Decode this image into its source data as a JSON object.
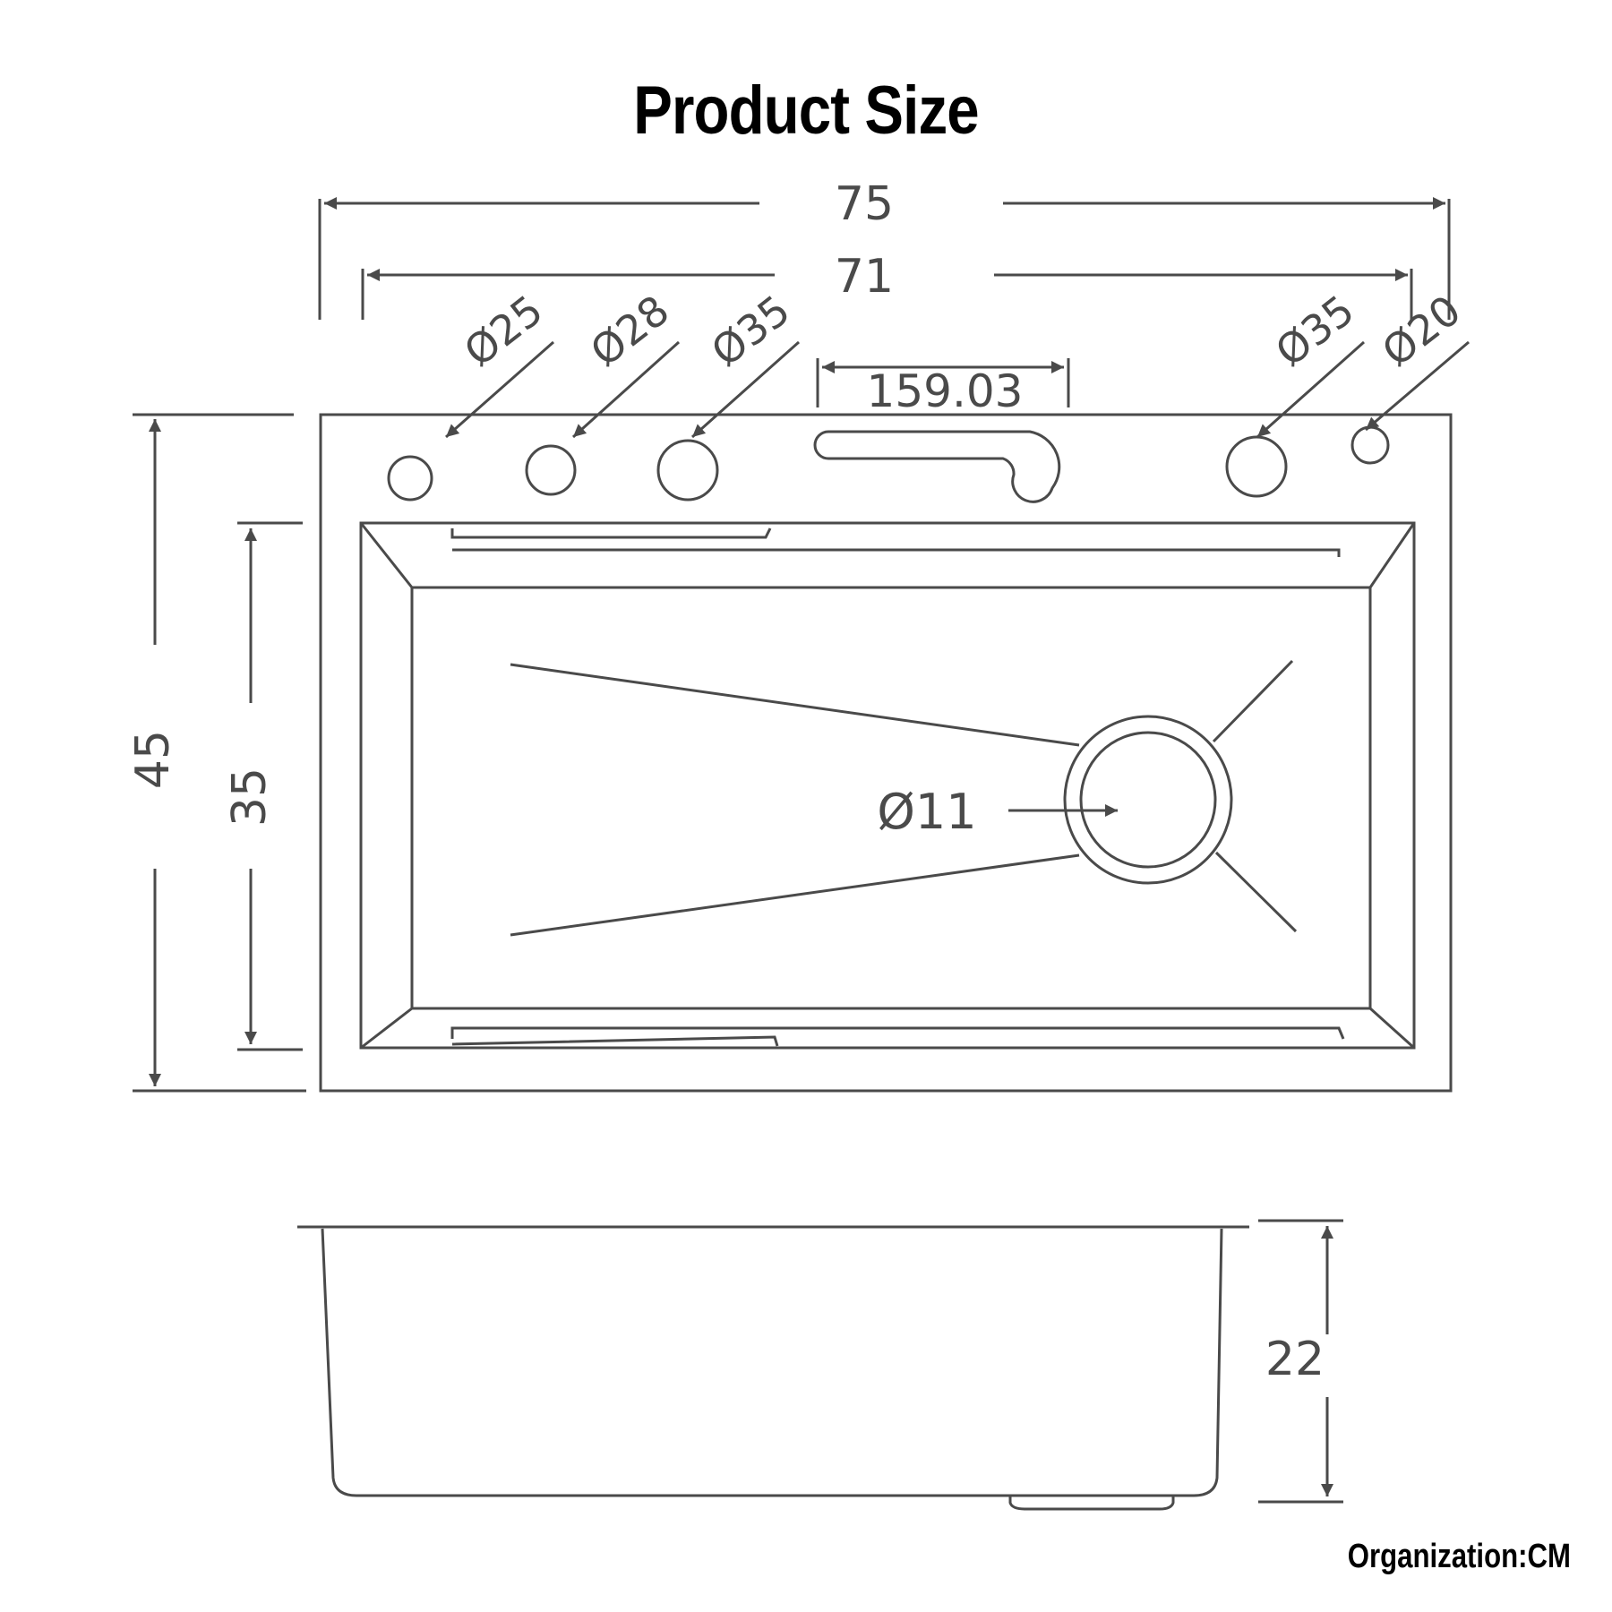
{
  "title": "Product Size",
  "footer": "Organization:CM",
  "dims": {
    "overall_width": "75",
    "inner_width": "71",
    "slot_width": "159.03",
    "overall_depth": "45",
    "bowl_depth": "35",
    "drain": "Ø11",
    "height": "22"
  },
  "holes": {
    "h1": "Ø25",
    "h2": "Ø28",
    "h3": "Ø35",
    "h4": "Ø35",
    "h5": "Ø20"
  },
  "colors": {
    "line": "#4a4a4a",
    "title": "#000000"
  }
}
